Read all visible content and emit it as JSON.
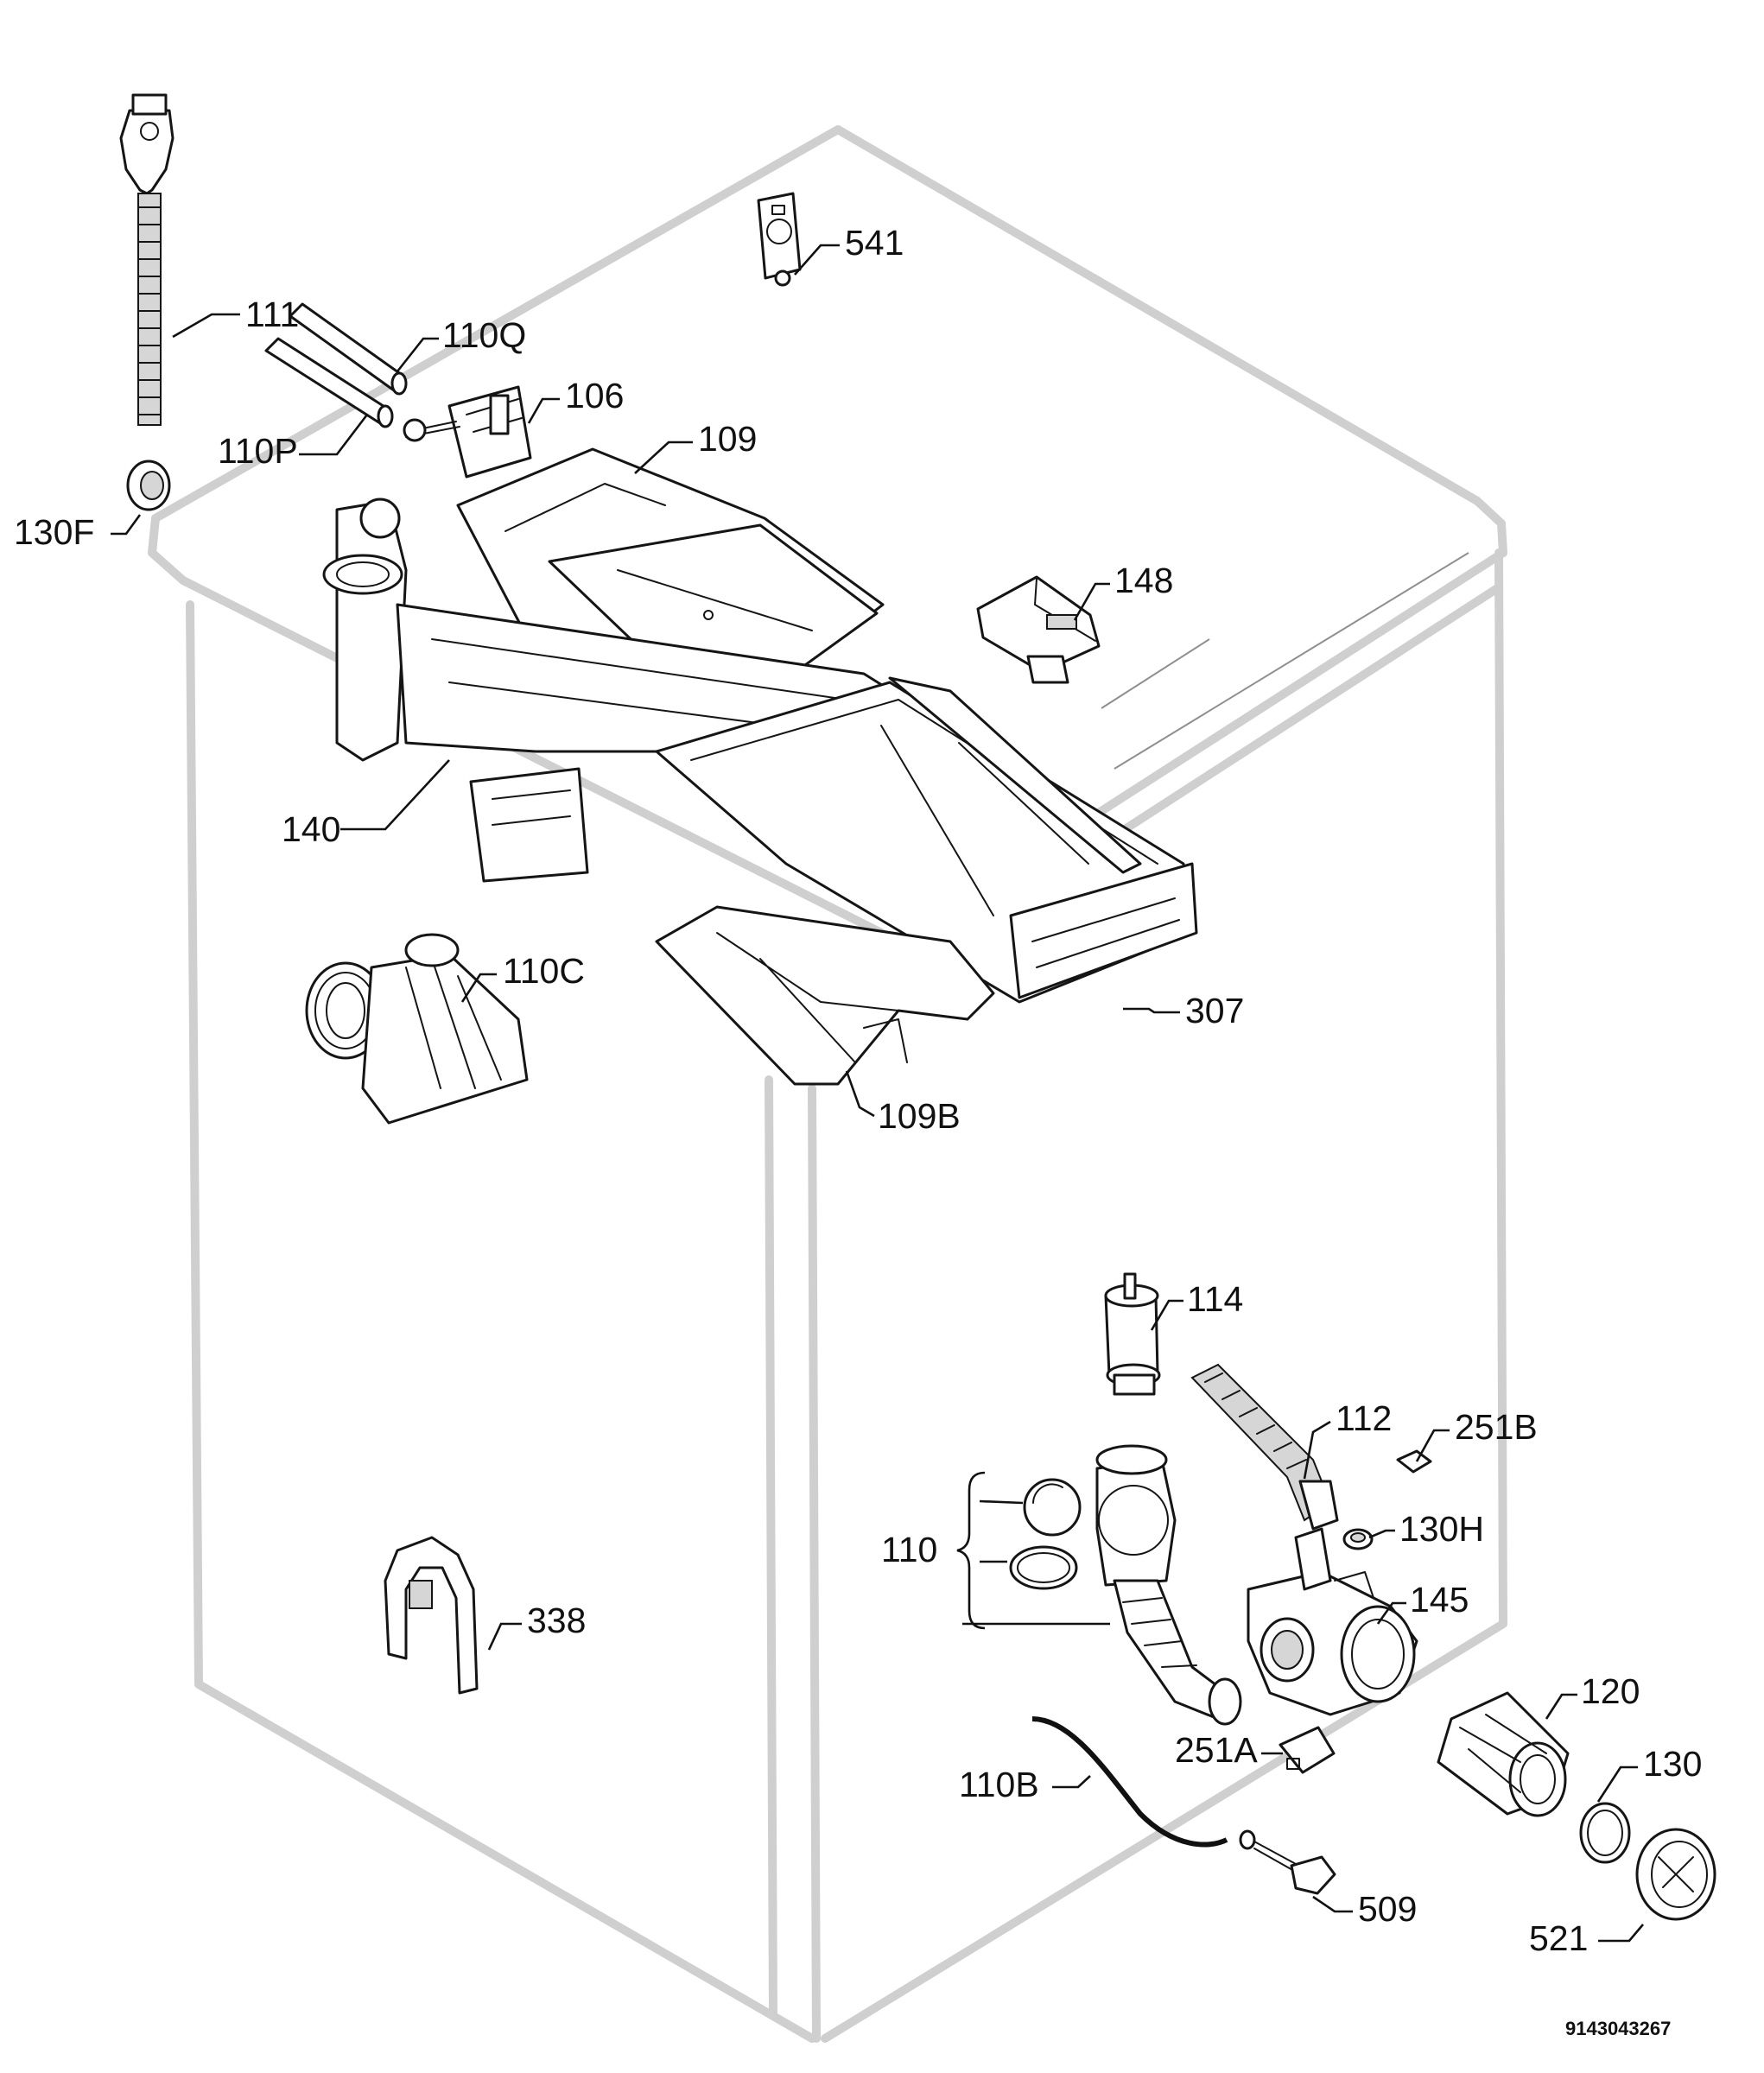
{
  "diagram": {
    "parts": [
      {
        "id": "p541",
        "label": "541"
      },
      {
        "id": "p111",
        "label": "111"
      },
      {
        "id": "p110Q",
        "label": "110Q"
      },
      {
        "id": "p106",
        "label": "106"
      },
      {
        "id": "p110P",
        "label": "110P"
      },
      {
        "id": "p109",
        "label": "109"
      },
      {
        "id": "p130F",
        "label": "130F"
      },
      {
        "id": "p148",
        "label": "148"
      },
      {
        "id": "p140",
        "label": "140"
      },
      {
        "id": "p110C",
        "label": "110C"
      },
      {
        "id": "p307",
        "label": "307"
      },
      {
        "id": "p109B",
        "label": "109B"
      },
      {
        "id": "p114",
        "label": "114"
      },
      {
        "id": "p112",
        "label": "112"
      },
      {
        "id": "p251B",
        "label": "251B"
      },
      {
        "id": "p110",
        "label": "110"
      },
      {
        "id": "p130H",
        "label": "130H"
      },
      {
        "id": "p145",
        "label": "145"
      },
      {
        "id": "p338",
        "label": "338"
      },
      {
        "id": "p120",
        "label": "120"
      },
      {
        "id": "p251A",
        "label": "251A"
      },
      {
        "id": "p130",
        "label": "130"
      },
      {
        "id": "p110B",
        "label": "110B"
      },
      {
        "id": "p509",
        "label": "509"
      },
      {
        "id": "p521",
        "label": "521"
      }
    ],
    "document_code": "9143043267"
  }
}
